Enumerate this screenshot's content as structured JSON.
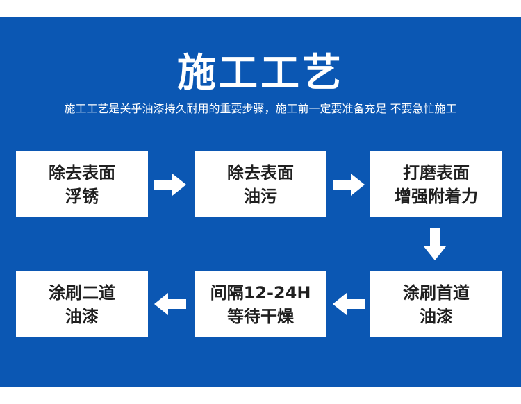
{
  "header": {
    "title": "施工工艺",
    "subtitle": "施工工艺是关乎油漆持久耐用的重要步骤，施工前一定要准备充足 不要急忙施工"
  },
  "steps": [
    {
      "line1": "除去表面",
      "line2": "浮锈"
    },
    {
      "line1": "除去表面",
      "line2": "油污"
    },
    {
      "line1": "打磨表面",
      "line2": "增强附着力"
    },
    {
      "line1": "涂刷首道",
      "line2": "油漆"
    },
    {
      "line1": "间隔12-24H",
      "line2": "等待干燥"
    },
    {
      "line1": "涂刷二道",
      "line2": "油漆"
    }
  ],
  "colors": {
    "background": "#0b57b3",
    "box": "#ffffff",
    "text": "#1f1f1f",
    "arrow": "#ffffff"
  },
  "icons": [
    "arrow-right-icon",
    "arrow-down-icon",
    "arrow-left-icon"
  ]
}
